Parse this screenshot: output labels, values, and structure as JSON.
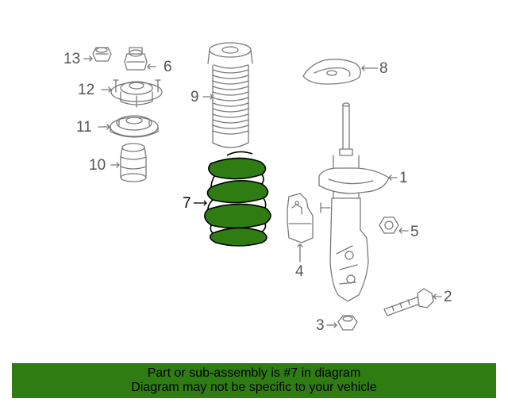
{
  "callouts": {
    "c1": "1",
    "c2": "2",
    "c3": "3",
    "c4": "4",
    "c5": "5",
    "c6": "6",
    "c7": "7",
    "c8": "8",
    "c9": "9",
    "c10": "10",
    "c11": "11",
    "c12": "12",
    "c13": "13"
  },
  "highlight": {
    "part_number": "7",
    "color": "#2f7d12"
  },
  "banner": {
    "line1": "Part or sub-assembly is #7 in diagram",
    "line2": "Diagram may not be specific to your vehicle"
  }
}
